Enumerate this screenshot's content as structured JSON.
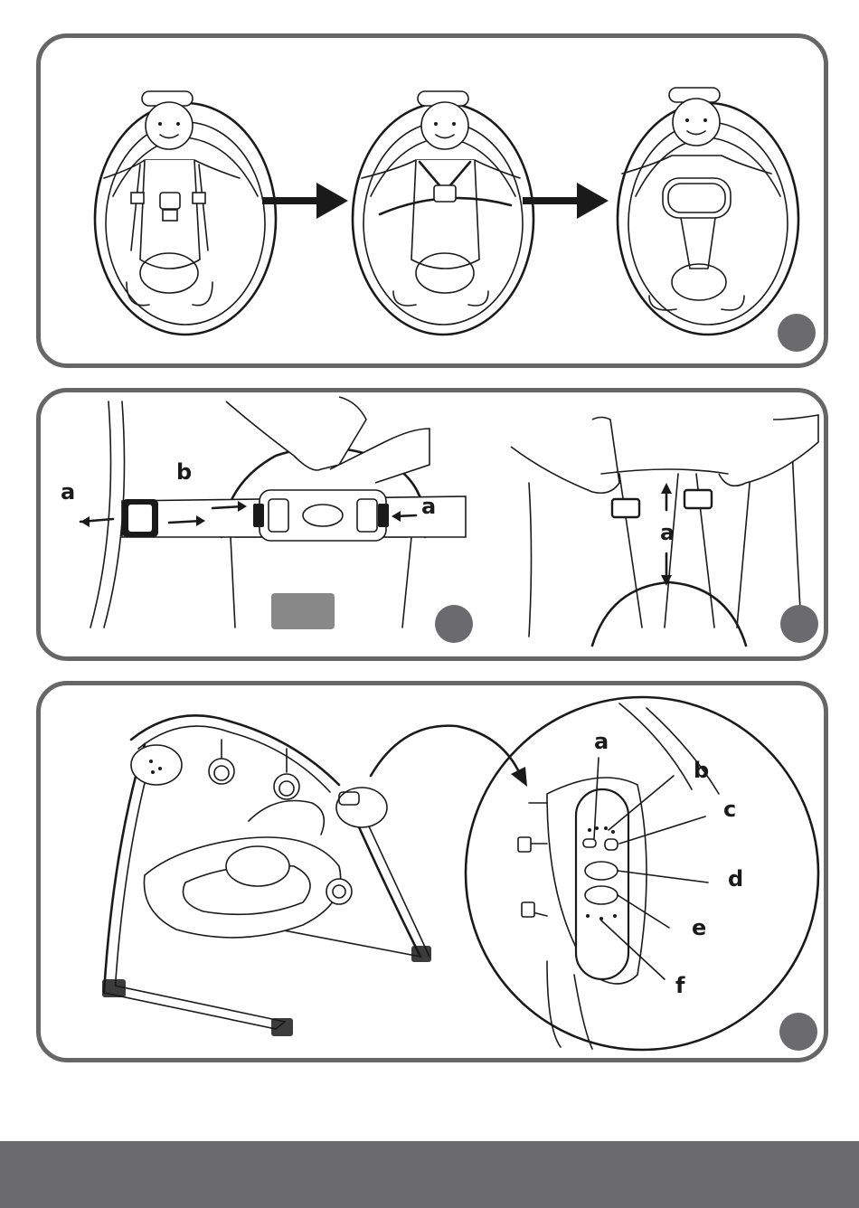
{
  "panels": [
    {
      "id": "harness-steps",
      "labels": []
    },
    {
      "id": "buckle-adjust",
      "labels": [
        "a",
        "b",
        "a"
      ],
      "shoulder_labels": [
        "a"
      ]
    },
    {
      "id": "control-unit",
      "callouts": [
        "a",
        "b",
        "c",
        "d",
        "e",
        "f"
      ]
    }
  ],
  "colors": {
    "frame": "#666666",
    "dot": "#6b6b6d",
    "ink": "#1a1a1a",
    "footer": "#6b6b6d"
  },
  "icons": [
    "arrow-right-icon",
    "arrow-left-icon",
    "arrow-up-icon",
    "arrow-down-icon",
    "curved-arrow-icon"
  ]
}
